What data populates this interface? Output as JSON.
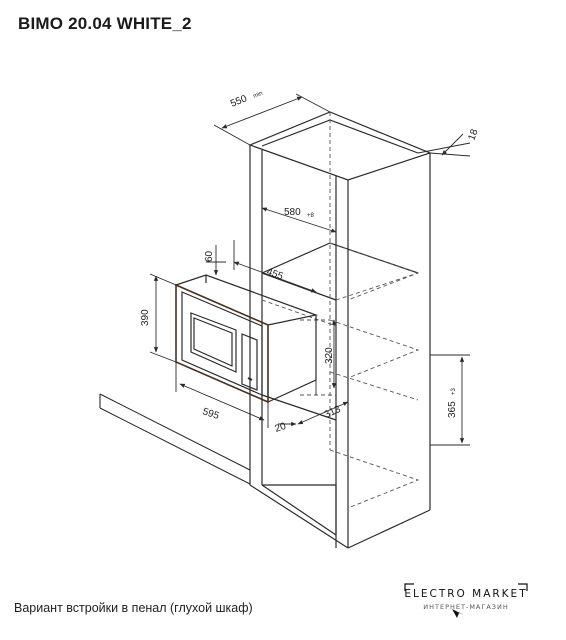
{
  "title": "BIMO 20.04 WHITE_2",
  "caption": "Вариант встройки в пенал (глухой шкаф)",
  "logo": {
    "name": "ELECTRO MARKET",
    "tagline": "ИНТЕРНЕТ-МАГАЗИН"
  },
  "dimensions": {
    "depth_min": {
      "value": "550",
      "note": "min"
    },
    "panel": {
      "value": "18"
    },
    "niche_width": {
      "value": "580",
      "note": "+8"
    },
    "top_gap": {
      "value": "60"
    },
    "depth_inner": {
      "value": "455"
    },
    "height": {
      "value": "390"
    },
    "niche_height": {
      "value": "320"
    },
    "mount_height": {
      "value": "365",
      "note": "+3"
    },
    "width": {
      "value": "595"
    },
    "depth_body": {
      "value": "313"
    },
    "offset": {
      "value": "20"
    }
  },
  "colors": {
    "line": "#2b2b2b",
    "frame": "#4a2f1f",
    "hidden": "#555555"
  }
}
